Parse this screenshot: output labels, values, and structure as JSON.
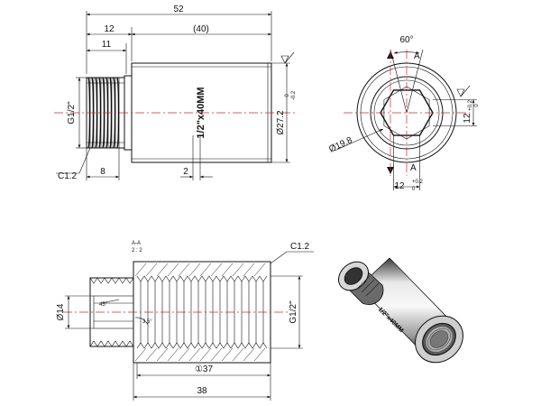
{
  "side_view": {
    "dim_overall": "52",
    "dim_12": "12",
    "dim_40": "(40)",
    "dim_11": "11",
    "dim_8": "8",
    "dim_2": "2",
    "thread_label": "G1/2\"",
    "chamfer_label": "C1.2",
    "diameter_label": "Ø27.2",
    "diameter_tol_upper": "0",
    "diameter_tol_lower": "-0.2",
    "engraving": "1/2\"x40MM"
  },
  "end_view": {
    "angle_label": "60°",
    "section_marker_top": "A",
    "section_marker_bottom": "A",
    "diameter_label": "Ø19.8",
    "across_flats_label": "12",
    "across_flats_tol_upper": "+0.2",
    "across_flats_tol_lower": "0"
  },
  "section_view": {
    "section_title": "A-A",
    "scale": "2 : 2",
    "chamfer_label": "C1.2",
    "diameter_left": "Ø14",
    "thread_label": "G1/2\"",
    "angle_label": "45°",
    "angle_label_inner": "3.5°",
    "dim_37": "①37",
    "dim_38": "38"
  },
  "iso_view": {
    "engraving": "1/2\"x40MM"
  }
}
